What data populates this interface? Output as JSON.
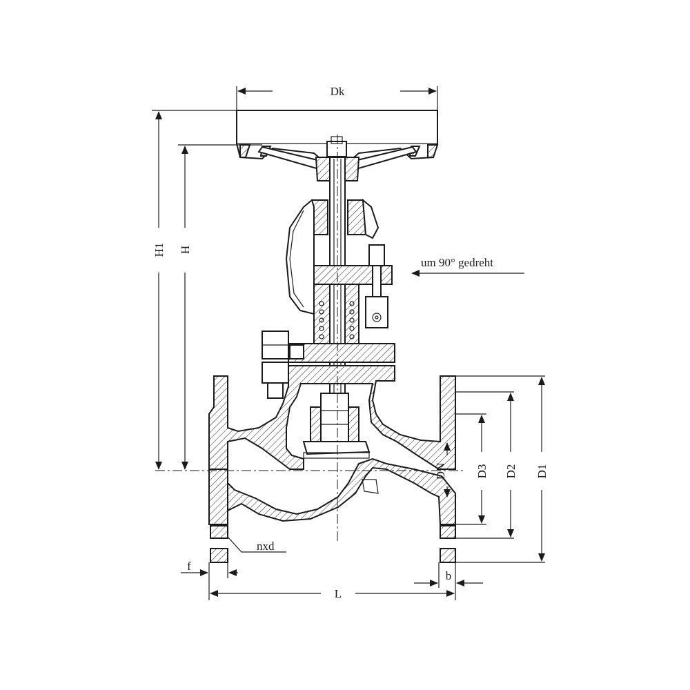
{
  "labels": {
    "dk": "Dk",
    "h1": "H1",
    "h": "H",
    "note": "um 90° gedreht",
    "dn": "DN",
    "d3": "D3",
    "d2": "D2",
    "d1": "D1",
    "nxd": "nxd",
    "f": "f",
    "b": "b",
    "l": "L"
  }
}
